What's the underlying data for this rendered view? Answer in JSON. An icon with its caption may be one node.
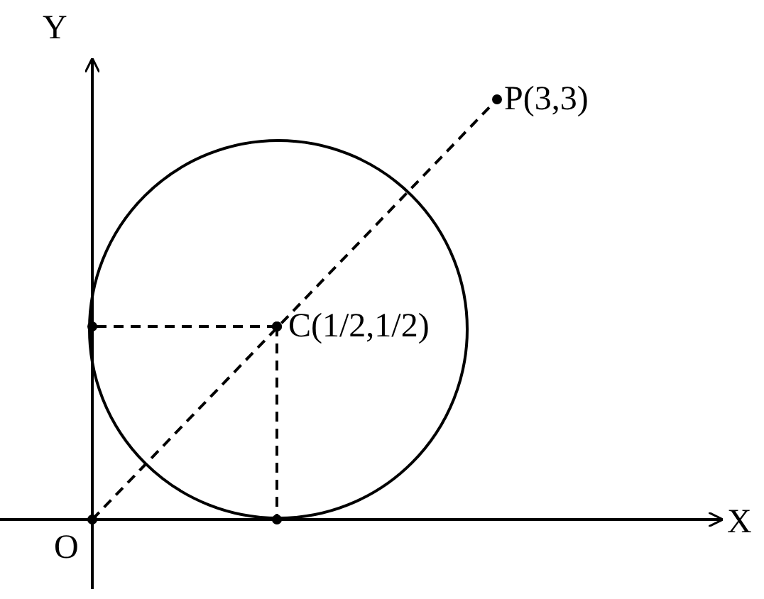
{
  "diagram": {
    "nodes": [
      {
        "text": [
          "O"
        ]
      },
      {
        "text": [
          "C(1/2,1/2)"
        ]
      },
      {
        "text": [
          "P(3,3)"
        ]
      }
    ],
    "edges": [
      {
        "from": 0,
        "to": 2,
        "arrow": "other",
        "style": "dashed"
      },
      {
        "from": 1,
        "to": null,
        "arrow": "other",
        "style": "dashed"
      },
      {
        "from": 1,
        "to": null,
        "arrow": "other",
        "style": "dashed"
      }
    ],
    "labels": [
      "Y",
      "X"
    ]
  }
}
